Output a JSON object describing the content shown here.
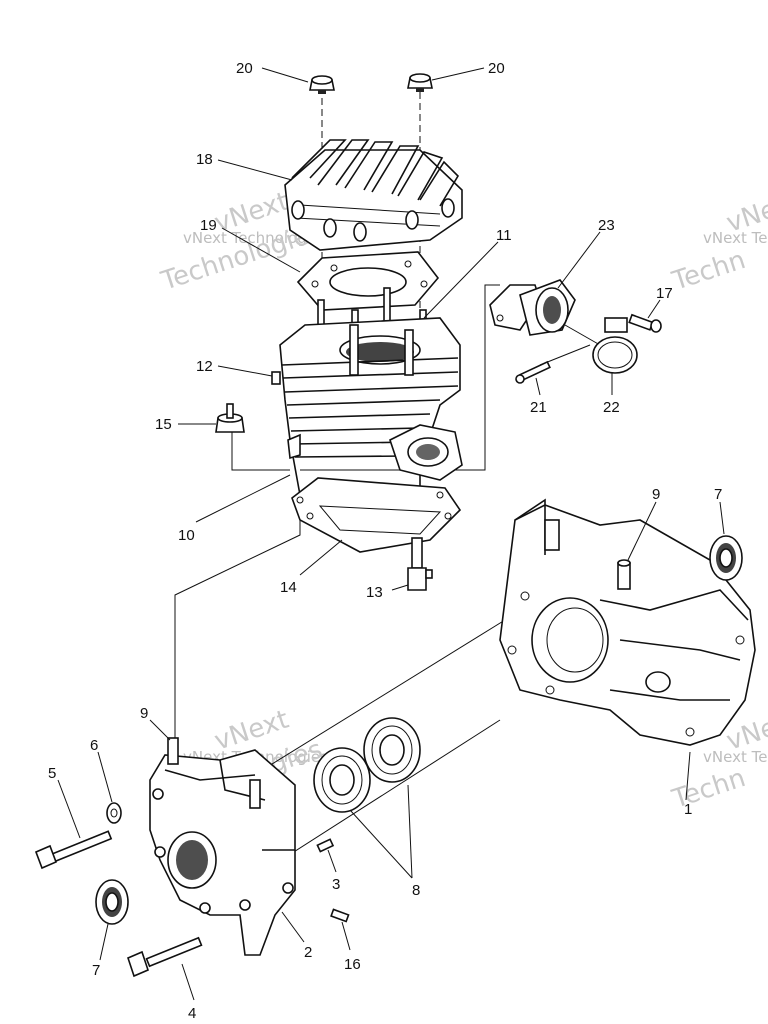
{
  "watermark": {
    "brand": "vNext",
    "company": "vNext Technologies",
    "word": "Technologies",
    "short": "Techn"
  },
  "callouts": [
    {
      "id": "p20a",
      "text": "20"
    },
    {
      "id": "p20b",
      "text": "20"
    },
    {
      "id": "p18",
      "text": "18"
    },
    {
      "id": "p19",
      "text": "19"
    },
    {
      "id": "p11",
      "text": "11"
    },
    {
      "id": "p23",
      "text": "23"
    },
    {
      "id": "p17",
      "text": "17"
    },
    {
      "id": "p12",
      "text": "12"
    },
    {
      "id": "p15",
      "text": "15"
    },
    {
      "id": "p21",
      "text": "21"
    },
    {
      "id": "p22",
      "text": "22"
    },
    {
      "id": "p10",
      "text": "10"
    },
    {
      "id": "p14",
      "text": "14"
    },
    {
      "id": "p13",
      "text": "13"
    },
    {
      "id": "p9a",
      "text": "9"
    },
    {
      "id": "p7a",
      "text": "7"
    },
    {
      "id": "p9b",
      "text": "9"
    },
    {
      "id": "p6",
      "text": "6"
    },
    {
      "id": "p5",
      "text": "5"
    },
    {
      "id": "p3",
      "text": "3"
    },
    {
      "id": "p8",
      "text": "8"
    },
    {
      "id": "p1",
      "text": "1"
    },
    {
      "id": "p2",
      "text": "2"
    },
    {
      "id": "p7b",
      "text": "7"
    },
    {
      "id": "p16",
      "text": "16"
    },
    {
      "id": "p4",
      "text": "4"
    }
  ]
}
